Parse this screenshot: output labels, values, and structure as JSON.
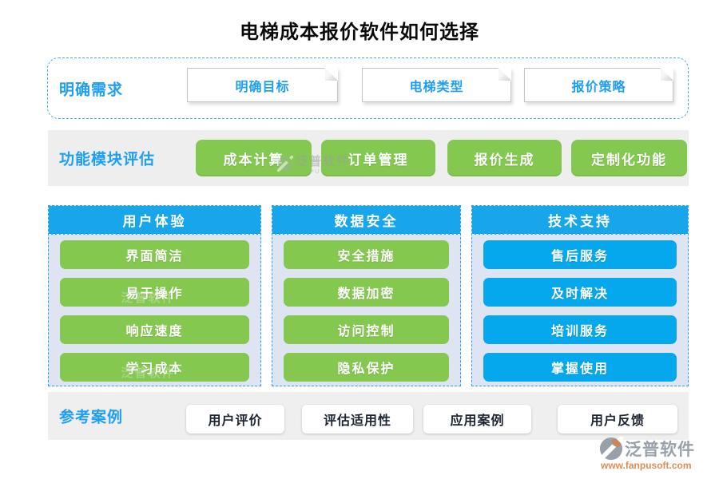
{
  "title": "电梯成本报价软件如何选择",
  "sections": {
    "requirements": {
      "label": "明确需求",
      "tabs": [
        {
          "label": "明确目标"
        },
        {
          "label": "电梯类型"
        },
        {
          "label": "报价策略"
        }
      ]
    },
    "modules": {
      "label": "功能模块评估",
      "buttons": [
        {
          "label": "成本计算"
        },
        {
          "label": "订单管理"
        },
        {
          "label": "报价生成"
        },
        {
          "label": "定制化功能"
        }
      ]
    },
    "columns": [
      {
        "header": "用户体验",
        "items": [
          {
            "label": "界面简洁"
          },
          {
            "label": "易于操作"
          },
          {
            "label": "响应速度"
          },
          {
            "label": "学习成本"
          }
        ]
      },
      {
        "header": "数据安全",
        "items": [
          {
            "label": "安全措施"
          },
          {
            "label": "数据加密"
          },
          {
            "label": "访问控制"
          },
          {
            "label": "隐私保护"
          }
        ]
      },
      {
        "header": "技术支持",
        "items": [
          {
            "label": "售后服务"
          },
          {
            "label": "及时解决"
          },
          {
            "label": "培训服务"
          },
          {
            "label": "掌握使用"
          }
        ]
      }
    ],
    "cases": {
      "label": "参考案例",
      "buttons": [
        {
          "label": "用户评价"
        },
        {
          "label": "评估适用性"
        },
        {
          "label": "应用案例"
        },
        {
          "label": "用户反馈"
        }
      ]
    }
  },
  "watermark": {
    "name": "泛普软件",
    "subtitle": "FANPU SOFTWARE"
  },
  "footer": {
    "brand": "泛普软件",
    "url": "www.fanpusoft.com"
  },
  "colors": {
    "accent_blue": "#1e9ff2",
    "header_blue": "#18a6ea",
    "item_blue": "#05a8ec",
    "green": "#84c84f",
    "band_gray": "#eeeeee",
    "panel_bg": "#dee4f2",
    "dashed_border": "#2e9ff0",
    "footer_gray": "#99a1ab",
    "footer_orange": "#e08e55"
  }
}
